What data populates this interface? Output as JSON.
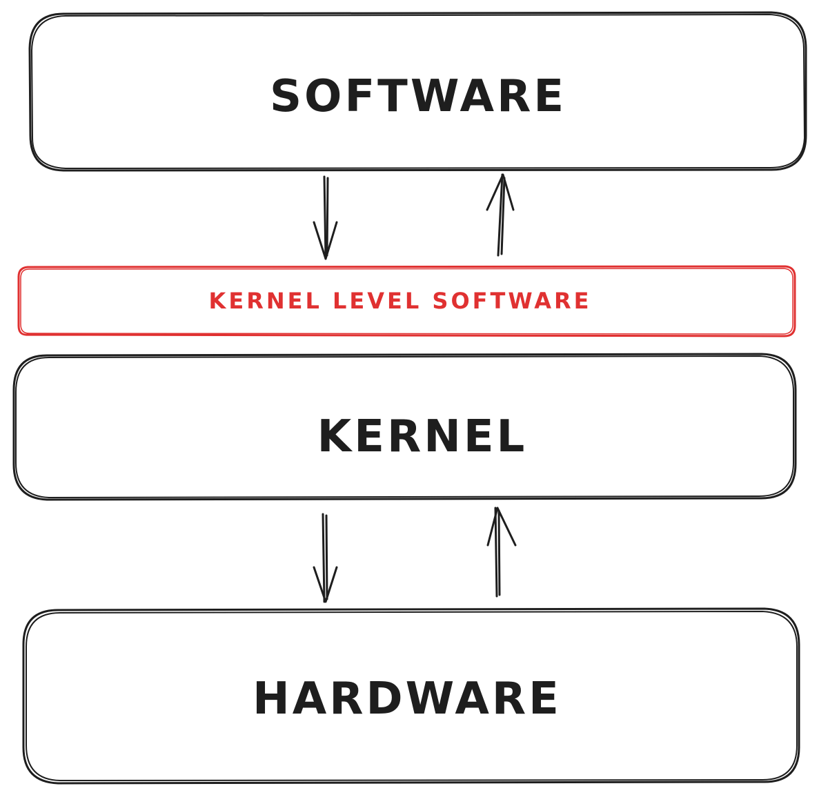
{
  "colors": {
    "stroke": "#1e1e1e",
    "accent": "#e03131",
    "background": "#ffffff"
  },
  "layers": {
    "software": {
      "label": "SOFTWARE"
    },
    "kernel_level_software": {
      "label": "KERNEL LEVEL SOFTWARE"
    },
    "kernel": {
      "label": "KERNEL"
    },
    "hardware": {
      "label": "HARDWARE"
    }
  },
  "connections": [
    {
      "from": "software",
      "to": "kernel_level_software",
      "direction": "down"
    },
    {
      "from": "kernel_level_software",
      "to": "software",
      "direction": "up"
    },
    {
      "from": "kernel",
      "to": "hardware",
      "direction": "down"
    },
    {
      "from": "hardware",
      "to": "kernel",
      "direction": "up"
    }
  ]
}
